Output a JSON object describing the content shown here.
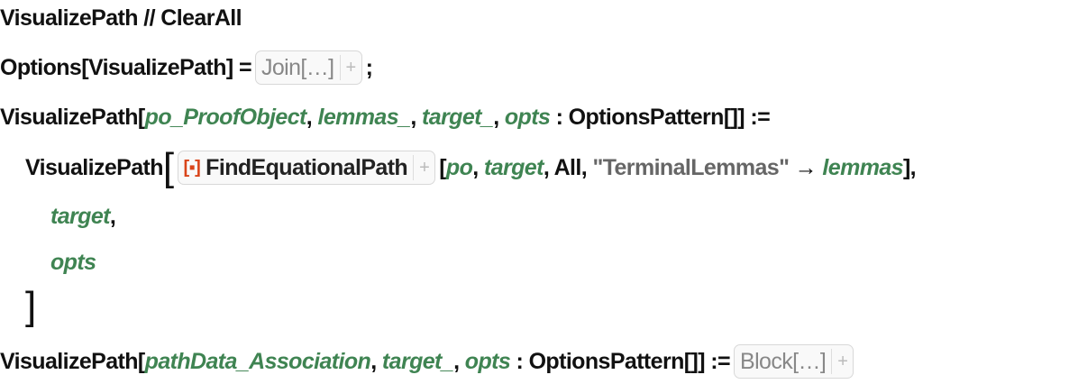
{
  "lines": {
    "l1": "VisualizePath // ClearAll",
    "l2a": "Options[VisualizePath] =",
    "l2box": "Join[…]",
    "l2b": ";",
    "l3a": "VisualizePath[",
    "l3po": "po_ProofObject",
    "l3c1": ", ",
    "l3lem": "lemmas_",
    "l3c2": ", ",
    "l3tgt": "target_",
    "l3c3": ", ",
    "l3opts": "opts",
    "l3b": " : OptionsPattern[]] :=",
    "l4a": "VisualizePath",
    "l4br": "[",
    "l4box": "FindEquationalPath",
    "l4b": "[",
    "l4po": "po",
    "l4c1": ", ",
    "l4tgt": "target",
    "l4c2": ", All, ",
    "l4str": "\"TerminalLemmas\"",
    "l4arrow": " → ",
    "l4lem": "lemmas",
    "l4end": "],",
    "l5": "target",
    "l5c": ",",
    "l6": "opts",
    "l7": "]",
    "l8a": "VisualizePath[",
    "l8pd": "pathData_Association",
    "l8c1": ", ",
    "l8tgt": "target_",
    "l8c2": ", ",
    "l8opts": "opts",
    "l8b": " : OptionsPattern[]] :=",
    "l8box": "Block[…]"
  },
  "icons": {
    "plus": "+",
    "resource": "[▪]"
  },
  "colors": {
    "pattern": "#3f8452",
    "string": "#666666",
    "resource_icon": "#d9441a"
  }
}
